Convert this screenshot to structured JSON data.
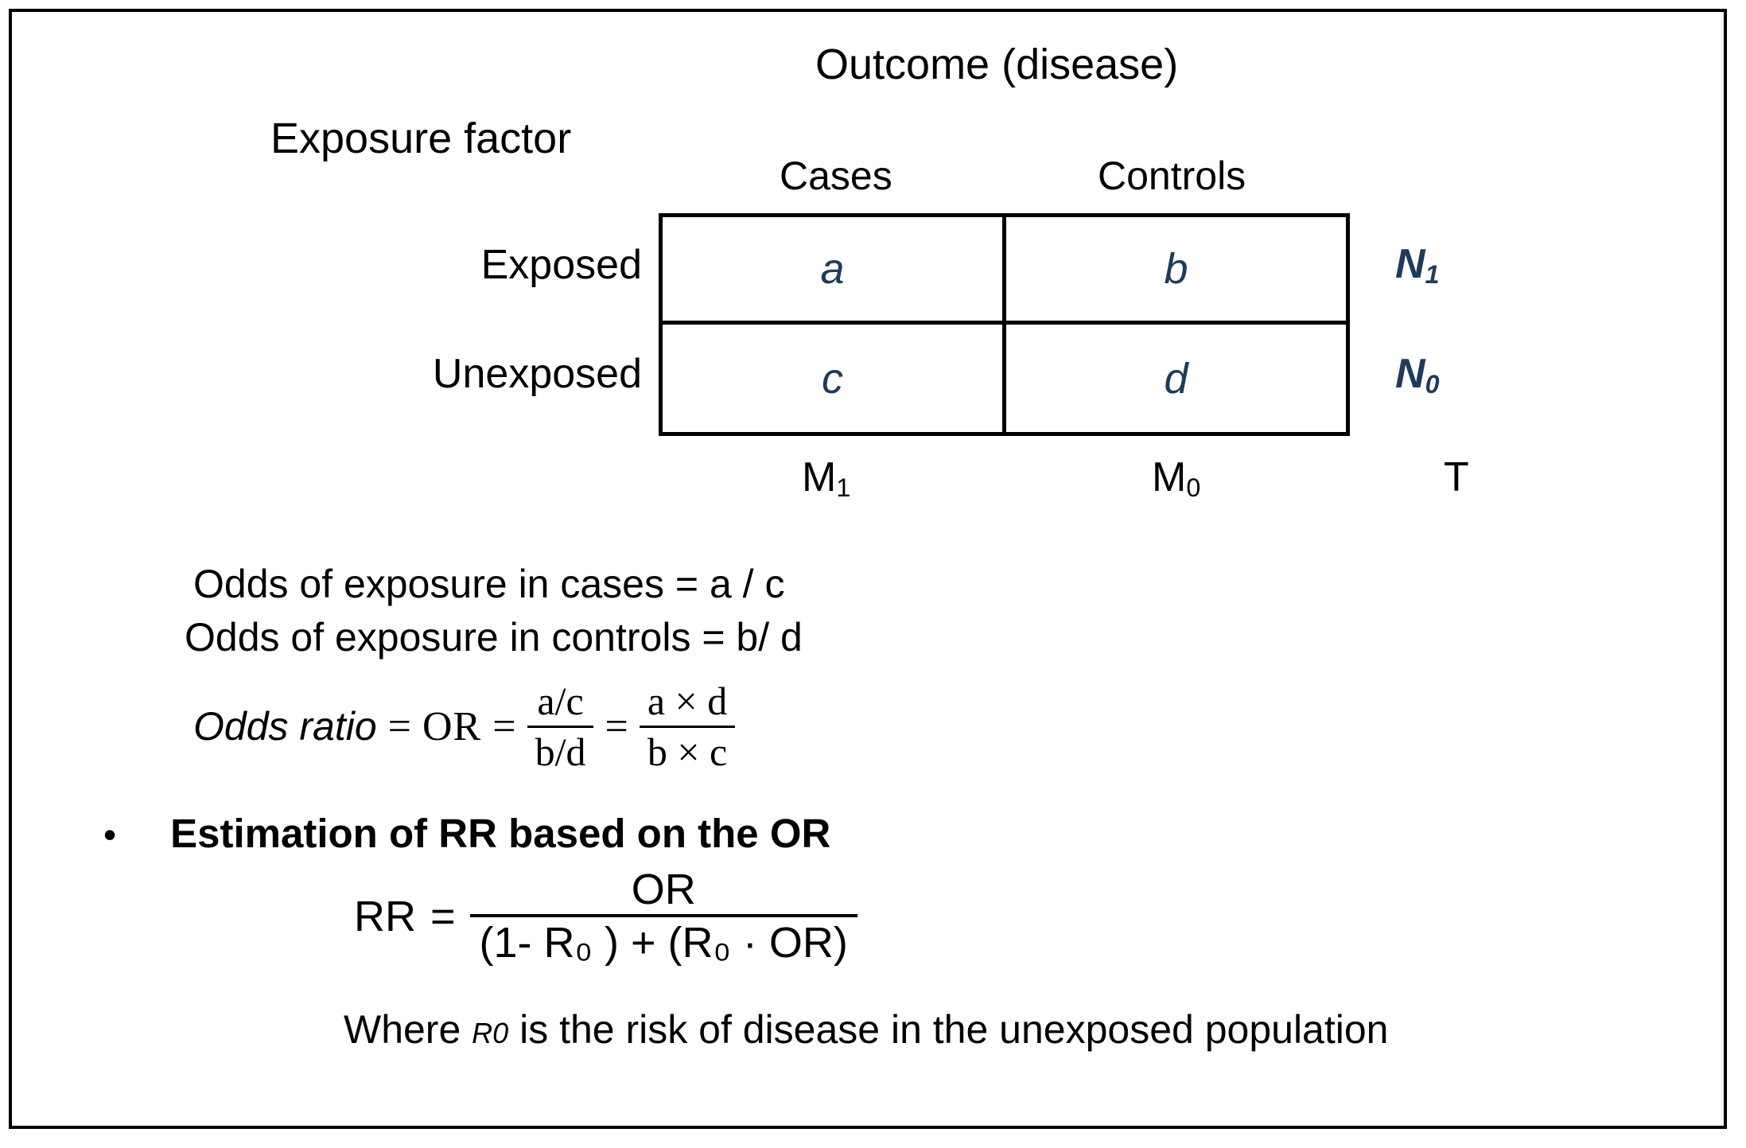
{
  "slide": {
    "kind": "epidemiology-2x2-table-slide",
    "border_color": "#000000",
    "background": "#ffffff",
    "accent_navy": "#1f3b5c"
  },
  "headers": {
    "outcome": "Outcome (disease)",
    "exposure": "Exposure factor",
    "cases": "Cases",
    "controls": "Controls"
  },
  "rows": {
    "exposed": "Exposed",
    "unexposed": "Unexposed"
  },
  "table": {
    "cells": {
      "a": "a",
      "b": "b",
      "c": "c",
      "d": "d"
    },
    "row_totals": {
      "exposed": "N",
      "exposed_sub": "1",
      "unexposed": "N",
      "unexposed_sub": "0"
    },
    "col_totals": {
      "cases": "M",
      "cases_sub": "1",
      "controls": "M",
      "controls_sub": "0",
      "grand": "T"
    }
  },
  "odds": {
    "cases_line": "Odds of exposure in cases =  a / c",
    "controls_line": "Odds of exposure in controls = b/ d"
  },
  "odds_ratio_equation": {
    "label": "Odds ratio",
    "equals_1": "=",
    "or_symbol": "OR",
    "equals_2": "=",
    "frac1_num": "a/c",
    "frac1_den": "b/d",
    "equals_3": "=",
    "frac2_num": "a × d",
    "frac2_den": "b × c"
  },
  "bullet": {
    "marker": "•",
    "text": "Estimation of RR based on the OR"
  },
  "rr_equation": {
    "label": "RR",
    "equals": "=",
    "numerator": "OR",
    "denominator": "(1- R₀ ) + (R₀ · OR)"
  },
  "footer": {
    "prefix": "Where ",
    "symbol": "R0",
    "suffix": " is the risk of disease in the unexposed population"
  }
}
